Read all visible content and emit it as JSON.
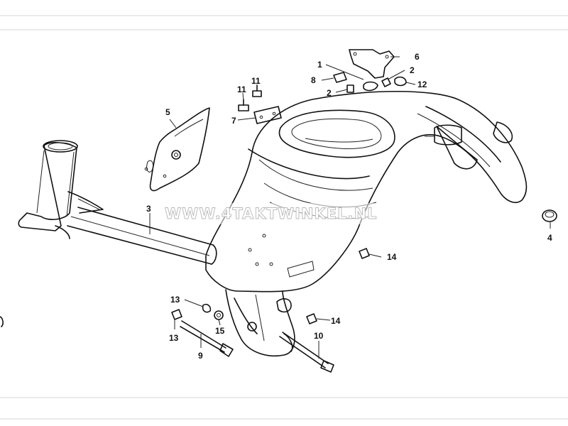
{
  "watermark": "WWW.4TAKTWINKEL.NL",
  "callouts": {
    "c1": "1",
    "c2a": "2",
    "c2b": "2",
    "c3": "3",
    "c4": "4",
    "c5": "5",
    "c6": "6",
    "c7": "7",
    "c8": "8",
    "c9": "9",
    "c10": "10",
    "c11a": "11",
    "c11b": "11",
    "c12": "12",
    "c13a": "13",
    "c13b": "13",
    "c14a": "14",
    "c14b": "14",
    "c15": "15"
  }
}
